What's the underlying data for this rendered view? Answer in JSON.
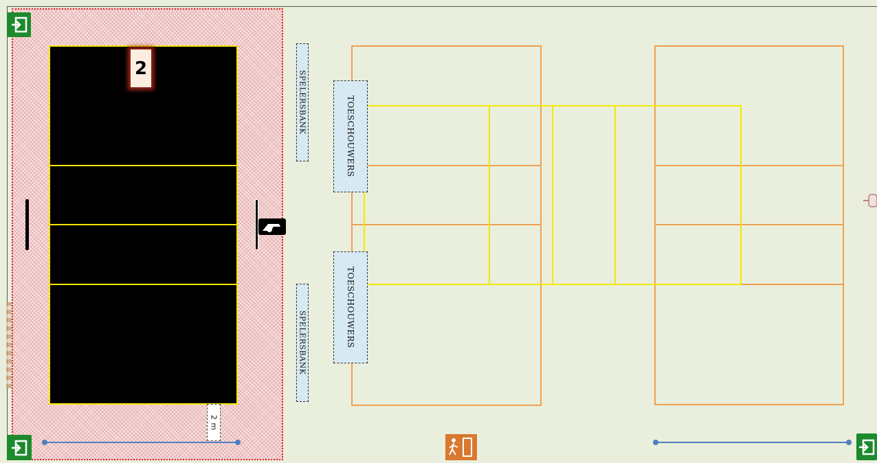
{
  "court_number": "2",
  "distance_label": "2 m",
  "benches": {
    "spelersbank_top": "SPELERSBANK",
    "spelersbank_bottom": "SPELERSBANK",
    "toeschouwers_top": "TOESCHOUWERS",
    "toeschouwers_bottom": "TOESCHOUWERS"
  },
  "icons": [
    "exit-icon",
    "referee-whistle-icon",
    "emergency-exit-icon"
  ],
  "colors": {
    "floor": "#e9efdc",
    "hatch_border": "#dd2222",
    "court_fill": "#000000",
    "court_lines": "#f5e600",
    "orange_lines": "#f0a050",
    "bench_fill": "#d7e9f2",
    "exit_green": "#1d8a2d",
    "emergency_orange": "#d9782f",
    "measure_blue": "#4f7fc0"
  }
}
